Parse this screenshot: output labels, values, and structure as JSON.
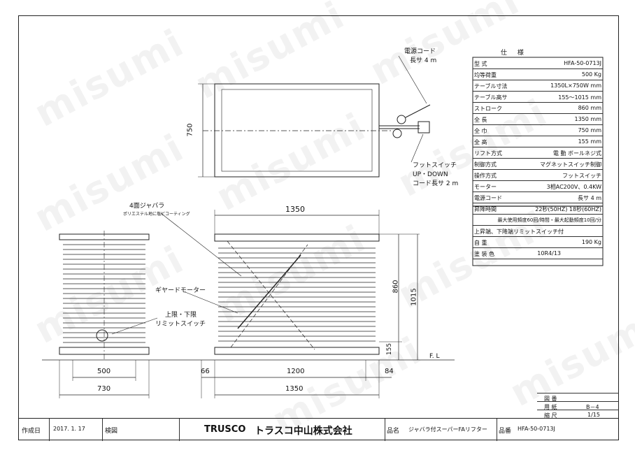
{
  "watermark": "misumi",
  "spec": {
    "title": "仕 様",
    "rows": [
      {
        "k": "型 式",
        "v": "HFA-50-0713J"
      },
      {
        "k": "均等荷重",
        "v": "500 Kg"
      },
      {
        "k": "テーブル寸法",
        "v": "1350L×750W mm"
      },
      {
        "k": "テーブル高サ",
        "v": "155～1015 mm"
      },
      {
        "k": "ストローク",
        "v": "860 mm"
      },
      {
        "k": "全 長",
        "v": "1350 mm"
      },
      {
        "k": "全 巾",
        "v": "750 mm"
      },
      {
        "k": "全 高",
        "v": "155 mm"
      },
      {
        "k": "リフト方式",
        "v": "電 動 ボールネジ式"
      },
      {
        "k": "制御方式",
        "v": "マグネットスイッチ制御"
      },
      {
        "k": "操作方式",
        "v": "フットスイッチ"
      },
      {
        "k": "モーター",
        "v": "3相AC200V、0.4KW"
      },
      {
        "k": "電源コード",
        "v": "長サ 4 m"
      },
      {
        "k": "昇降時間",
        "v": "22秒(50HZ) 18秒(60HZ)"
      },
      {
        "k": "",
        "v": "最大使用頻度60回/時間・最大起動頻度10回/分"
      },
      {
        "k": "",
        "v": "上昇端、下降端リミットスイッチ付"
      },
      {
        "k": "自 重",
        "v": "190 Kg"
      },
      {
        "k": "塗 装 色",
        "v": "10R4/13"
      }
    ]
  },
  "labels": {
    "cord": "電源コード",
    "cord_len": "長サ 4 m",
    "foot1": "フットスイッチ",
    "foot2": "UP・DOWN",
    "foot3": "コード長サ 2 m",
    "bellows": "4面ジャバラ",
    "bellows_sub": "ポリエステル地に塩ビコーティング",
    "motor": "ギヤードモーター",
    "limit1": "上限・下限",
    "limit2": "リミットスイッチ",
    "fl": "F. L"
  },
  "dims": {
    "d750": "750",
    "d1350_top": "1350",
    "d860": "860",
    "d1015": "1015",
    "d155": "155",
    "d500": "500",
    "d730": "730",
    "d66": "66",
    "d1200": "1200",
    "d84": "84",
    "d1350_bottom": "1350"
  },
  "mini": {
    "r1k": "図 番",
    "r1v": "",
    "r2k": "用 紙",
    "r2v": "B－4",
    "r3k": "縮 尺",
    "r3v": "1/15"
  },
  "titleblock": {
    "date_label": "作成日",
    "date": "2017. 1. 17",
    "check_label": "検図",
    "brand": "TRUSCO",
    "company": "トラスコ中山株式会社",
    "name_label": "品名",
    "name": "ジャバラ付スーパーFAリフター",
    "code_label": "品番",
    "code": "HFA-50-0713J"
  }
}
